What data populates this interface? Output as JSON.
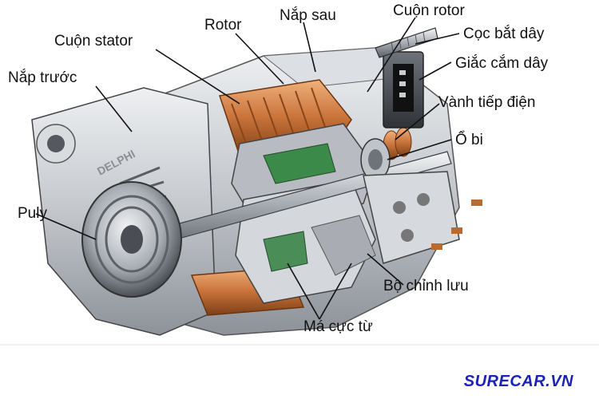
{
  "labels": {
    "cuon_stator": "Cuộn stator",
    "nap_truoc": "Nắp trước",
    "rotor": "Rotor",
    "nap_sau": "Nắp sau",
    "cuon_rotor": "Cuộn rotor",
    "coc_bat_day": "Cọc bắt dây",
    "giac_cam_day": "Giắc cắm dây",
    "vanh_tiep_dien": "Vành tiếp điện",
    "o_bi": "Ổ bi",
    "puly": "Puly",
    "bo_chinh_luu": "Bộ chỉnh lưu",
    "ma_cuc_tu": "Má cực từ"
  },
  "casing_text": "DELPHI",
  "watermark": "SURECAR.VN",
  "colors": {
    "casing": "#c9ccd1",
    "copper": "#c8733a",
    "shaft": "#9ea3aa",
    "brand": "#1a22b8"
  }
}
